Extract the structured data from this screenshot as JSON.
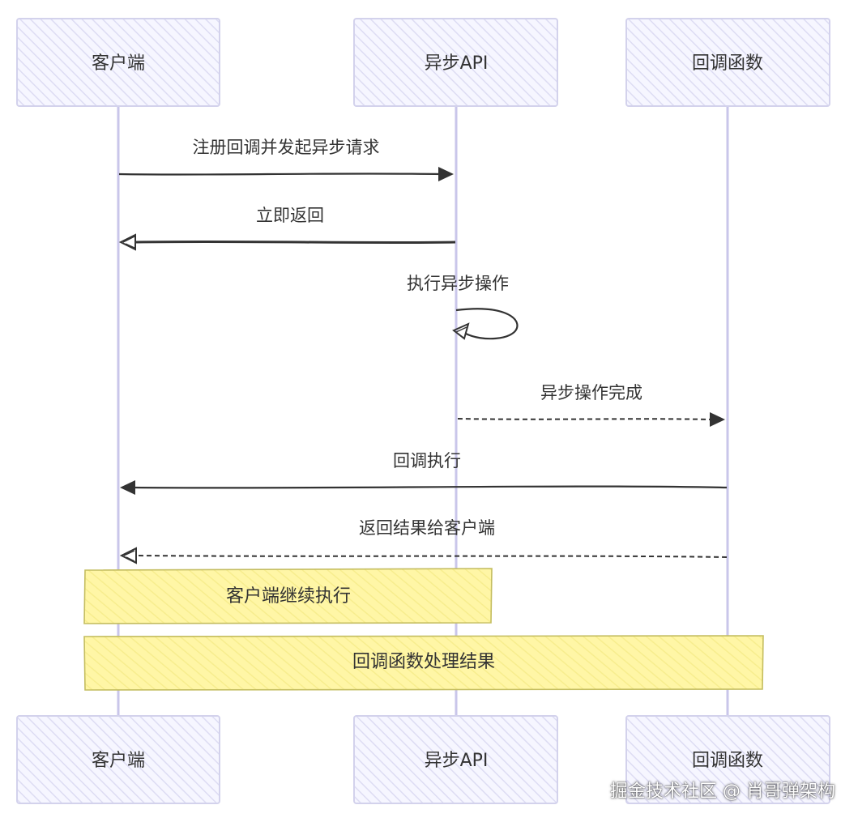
{
  "participants": [
    {
      "name": "客户端",
      "fill": "#ececff"
    },
    {
      "name": "异步API",
      "fill": "#ececff"
    },
    {
      "name": "回调函数",
      "fill": "#ececff"
    }
  ],
  "messages": [
    {
      "text": "注册回调并发起异步请求",
      "from": "客户端",
      "to": "异步API",
      "style": "solid"
    },
    {
      "text": "立即返回",
      "from": "异步API",
      "to": "客户端",
      "style": "solid"
    },
    {
      "text": "执行异步操作",
      "from": "异步API",
      "to": "异步API",
      "style": "solid"
    },
    {
      "text": "异步操作完成",
      "from": "异步API",
      "to": "回调函数",
      "style": "dashed"
    },
    {
      "text": "回调执行",
      "from": "回调函数",
      "to": "客户端",
      "style": "solid"
    },
    {
      "text": "返回结果给客户端",
      "from": "回调函数",
      "to": "客户端",
      "style": "dashed"
    }
  ],
  "notes": [
    {
      "text": "客户端继续执行",
      "over": [
        "客户端",
        "异步API"
      ]
    },
    {
      "text": "回调函数处理结果",
      "over": [
        "客户端",
        "回调函数"
      ]
    }
  ],
  "colors": {
    "actor_fill": "#ececff",
    "actor_stroke": "#cfcfe8",
    "lifeline": "#c9c6ea",
    "arrow": "#333333",
    "note_fill": "#fff5ad",
    "note_stroke": "#c9c26a"
  },
  "watermark": "掘金技术社区 @ 肖哥弹架构"
}
